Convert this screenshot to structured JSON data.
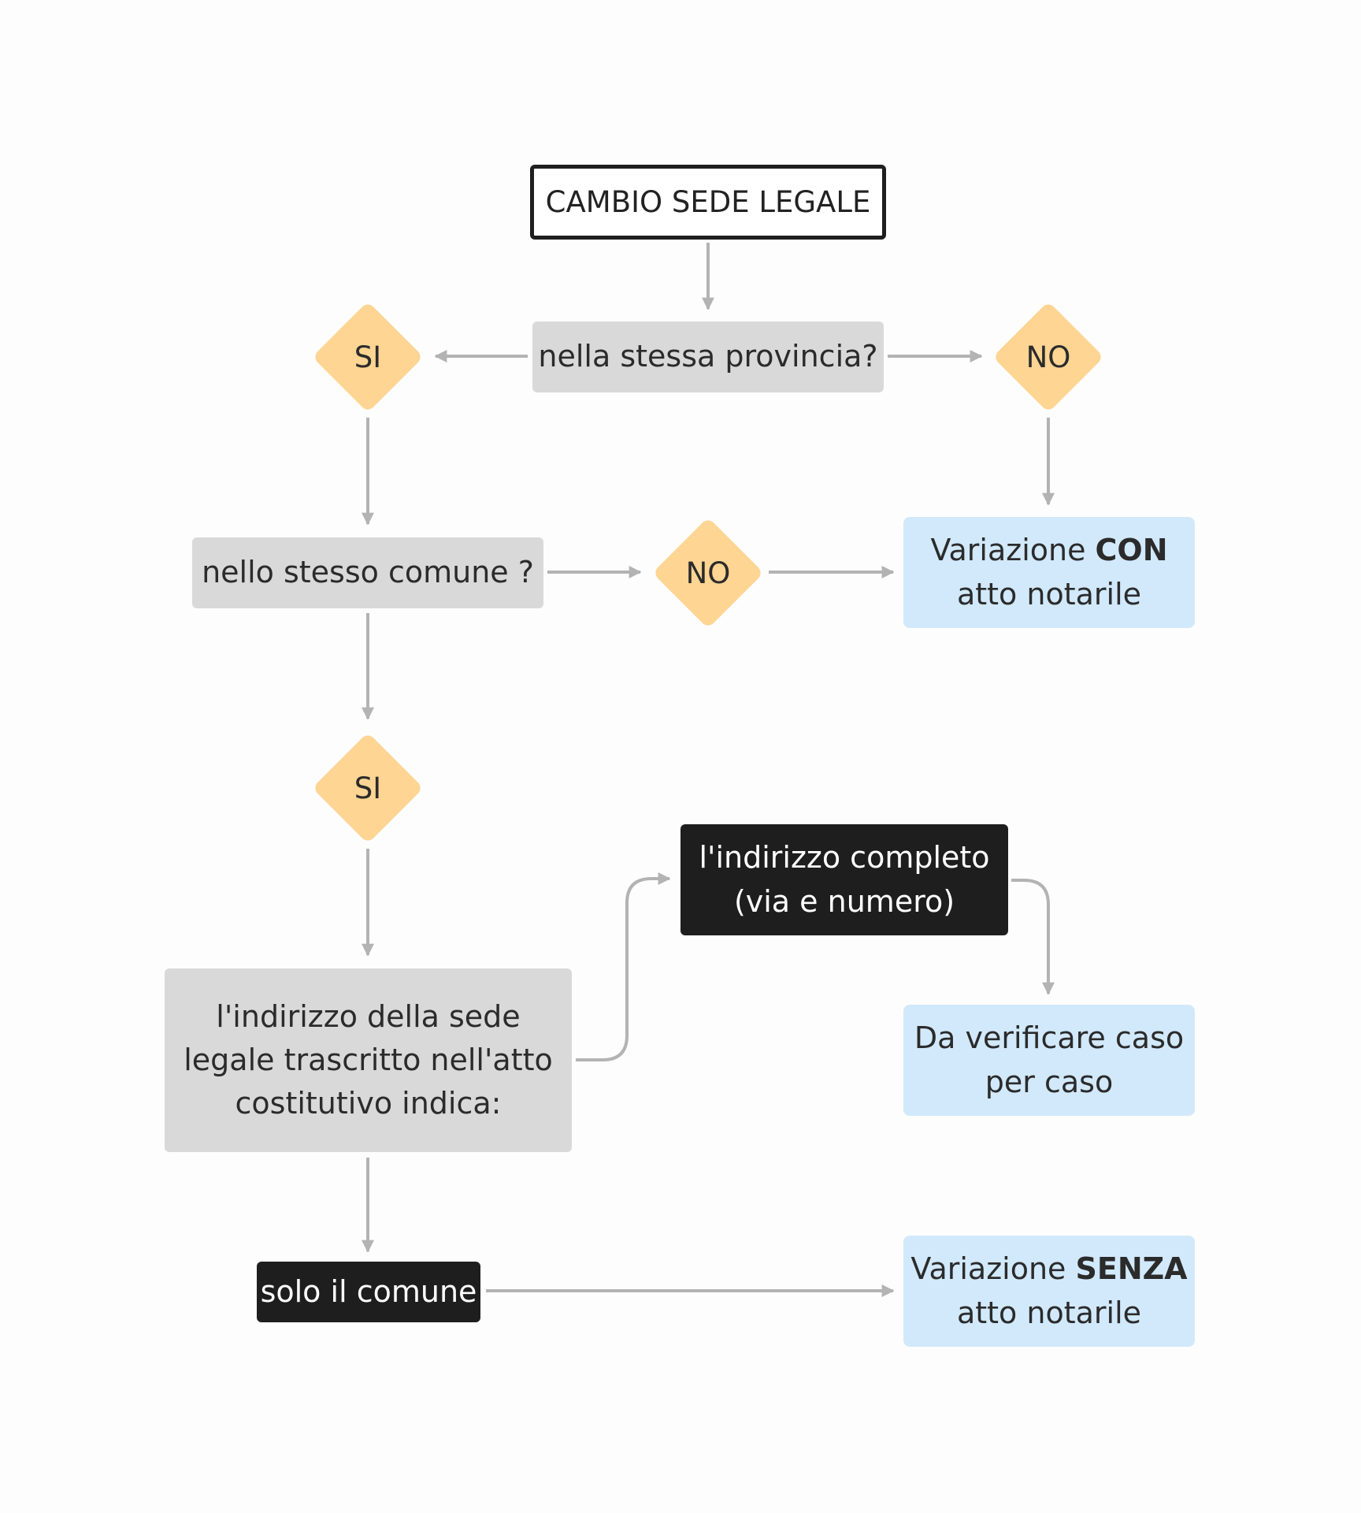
{
  "diagram": {
    "title": "CAMBIO SEDE LEGALE",
    "q_provincia": "nella stessa provincia?",
    "d_si_1": "SI",
    "d_no_1": "NO",
    "q_comune": "nello stesso comune ?",
    "d_no_2": "NO",
    "result_con": {
      "prefix": "Variazione ",
      "bold": "CON",
      "line2": "atto notarile"
    },
    "d_si_2": "SI",
    "q_indirizzo": {
      "line1": "l'indirizzo della sede",
      "line2": "legale trascritto nell'atto",
      "line3": "costitutivo indica:"
    },
    "opt_completo": {
      "line1": "l'indirizzo completo",
      "line2": "(via e numero)"
    },
    "result_verificare": {
      "line1": "Da verificare caso",
      "line2": "per caso"
    },
    "opt_comune": "solo il comune",
    "result_senza": {
      "prefix": "Variazione ",
      "bold": "SENZA",
      "line2": "atto notarile"
    }
  },
  "colors": {
    "decision_fill": "#fed593",
    "question_fill": "#d9d9d9",
    "option_fill": "#1e1e1e",
    "result_fill": "#d1e9fb",
    "connector": "#b3b3b3"
  }
}
